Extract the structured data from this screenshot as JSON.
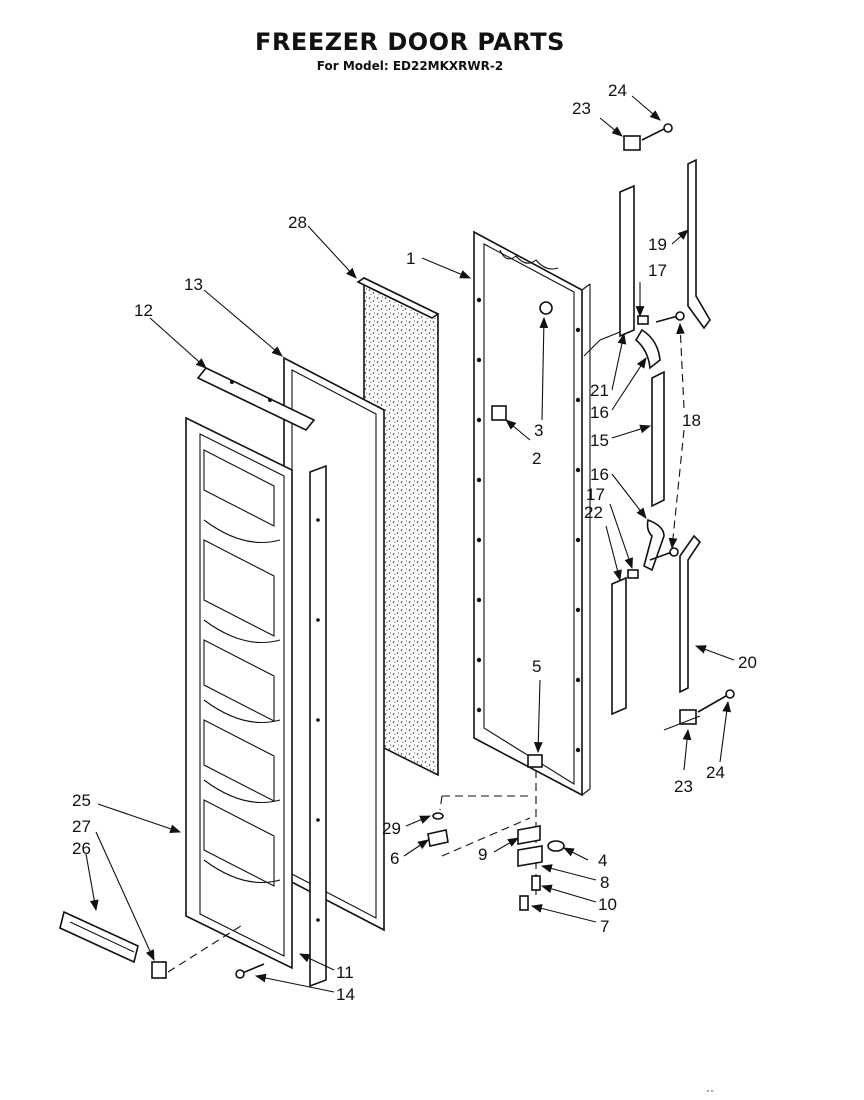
{
  "title": "FREEZER DOOR PARTS",
  "subtitle": "For Model: ED22MKXRWR-2",
  "callouts": [
    "1",
    "2",
    "3",
    "4",
    "5",
    "6",
    "7",
    "8",
    "9",
    "10",
    "11",
    "12",
    "13",
    "14",
    "15",
    "16",
    "16",
    "17",
    "17",
    "18",
    "19",
    "20",
    "21",
    "22",
    "23",
    "23",
    "24",
    "24",
    "25",
    "26",
    "27",
    "28",
    "29"
  ],
  "corner_mark": "··"
}
